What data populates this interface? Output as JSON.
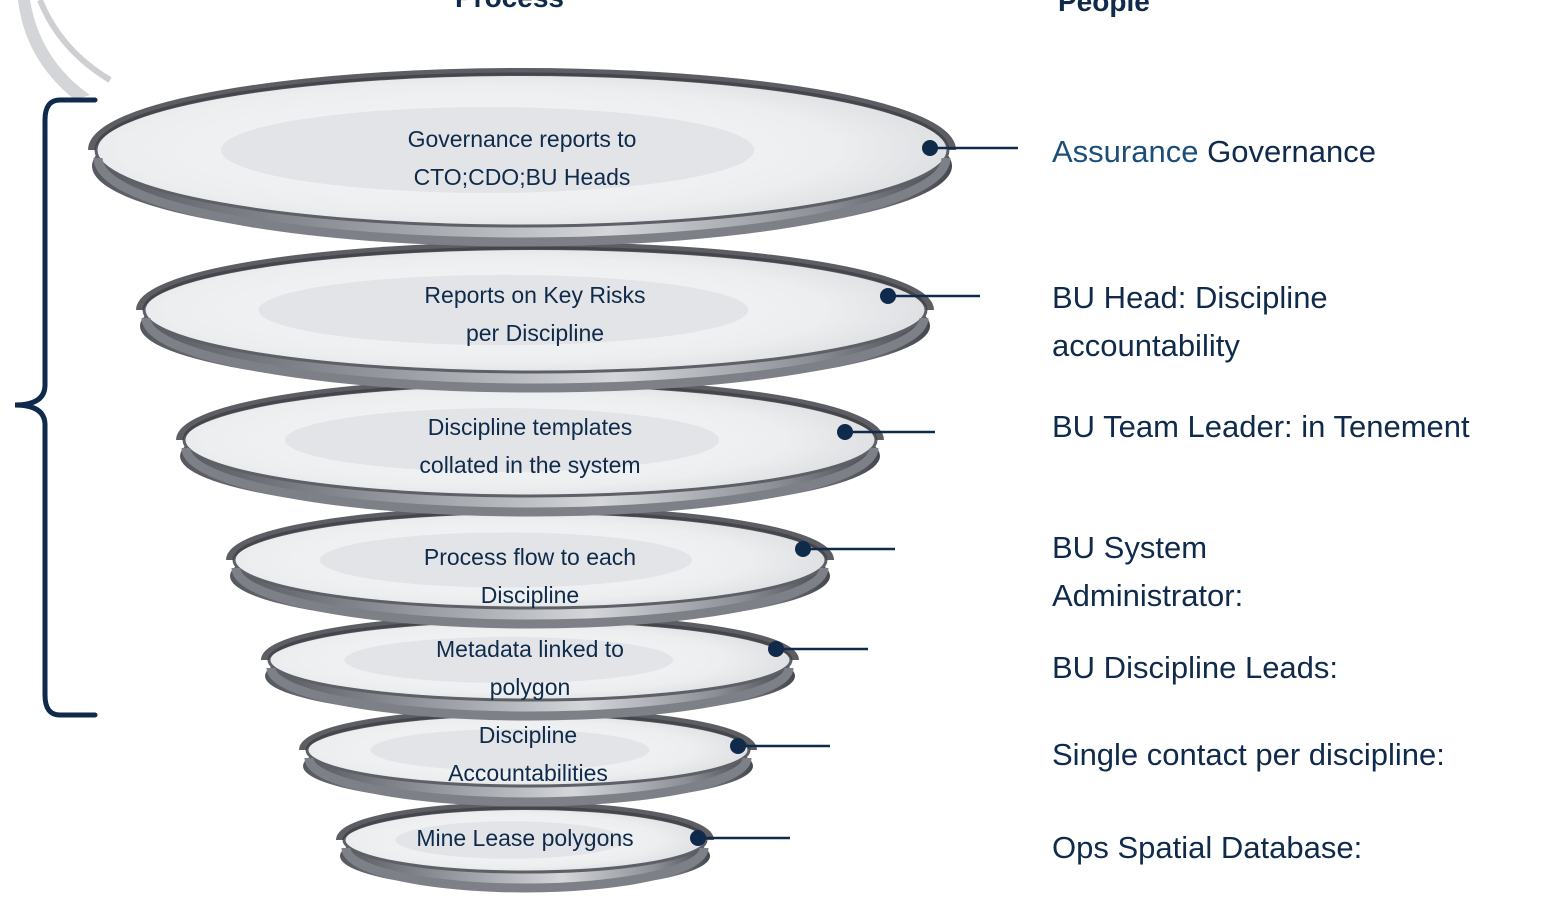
{
  "headers": {
    "process": "Process",
    "people": "People"
  },
  "levels": [
    {
      "process": [
        "Governance reports to",
        "CTO;CDO;BU Heads"
      ],
      "people_accent": "Assurance",
      "people": [
        "Governance"
      ]
    },
    {
      "process": [
        "Reports on Key Risks",
        "per Discipline"
      ],
      "people": [
        "BU Head: Discipline",
        "accountability"
      ]
    },
    {
      "process": [
        "Discipline templates",
        "collated in the system"
      ],
      "people": [
        "BU Team Leader: in Tenement"
      ]
    },
    {
      "process": [
        "Process flow to each",
        "Discipline"
      ],
      "people": [
        "BU System",
        "Administrator:"
      ]
    },
    {
      "process": [
        "Metadata linked to",
        "polygon"
      ],
      "people": [
        "BU Discipline Leads:"
      ]
    },
    {
      "process": [
        "Discipline",
        "Accountabilities"
      ],
      "people": [
        "Single contact per discipline:"
      ]
    },
    {
      "process": [
        "Mine Lease polygons"
      ],
      "people": [
        "Ops Spatial Database:"
      ]
    }
  ],
  "colors": {
    "text": "#0f2a4a",
    "accent": "#1b4f7a",
    "bracket": "#0f2a4a",
    "ribbon": "#6e727a",
    "connector": "#0f2a4a"
  }
}
